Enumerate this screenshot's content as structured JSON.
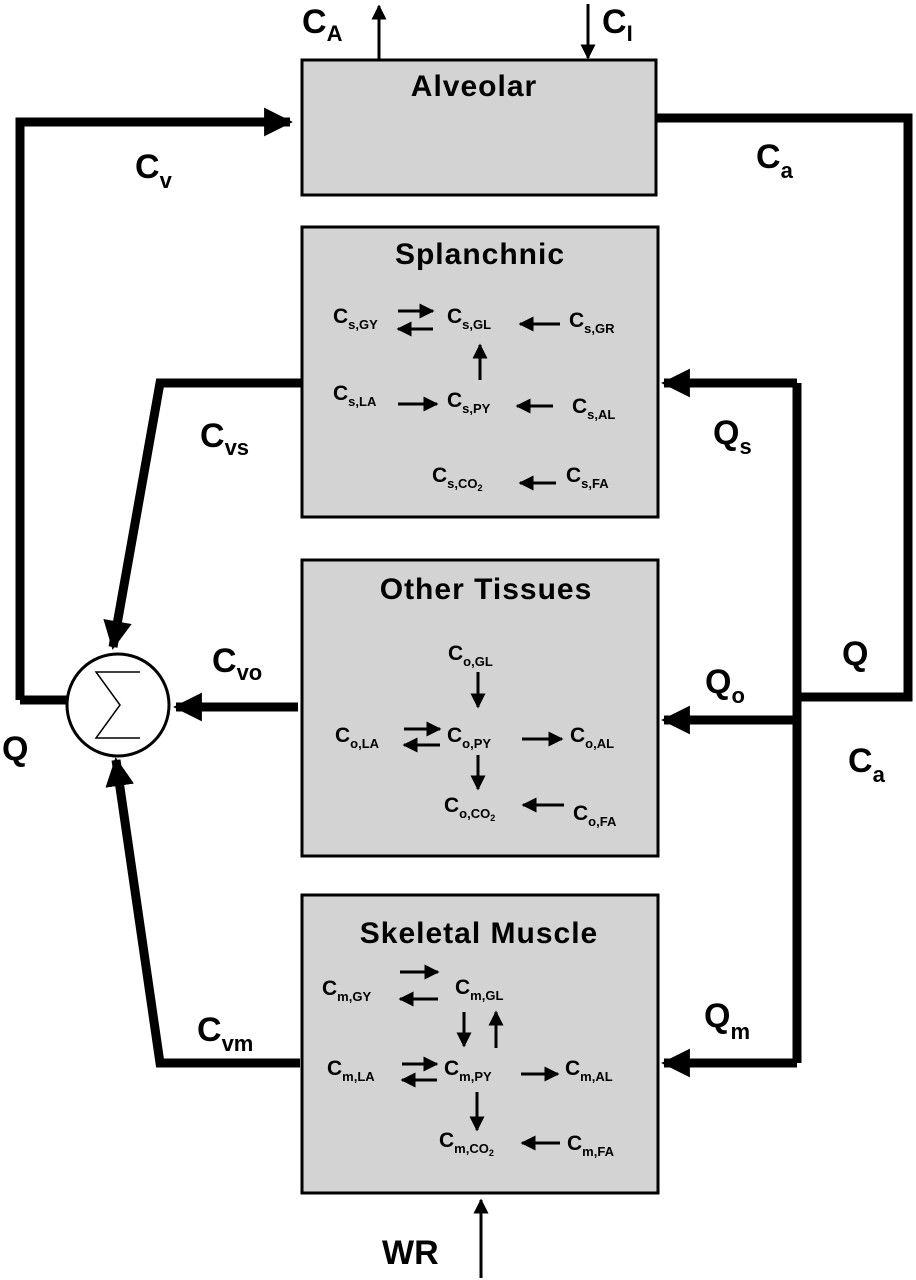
{
  "compartments": {
    "alveolar": {
      "title": "Alveolar"
    },
    "splanchnic": {
      "title": "Splanchnic",
      "species": {
        "gy": {
          "base": "C",
          "sub": "s,GY"
        },
        "gl": {
          "base": "C",
          "sub": "s,GL"
        },
        "gr": {
          "base": "C",
          "sub": "s,GR"
        },
        "la": {
          "base": "C",
          "sub": "s,LA"
        },
        "py": {
          "base": "C",
          "sub": "s,PY"
        },
        "al": {
          "base": "C",
          "sub": "s,AL"
        },
        "co2": {
          "base": "C",
          "sub": "s,CO",
          "sub2": "2"
        },
        "fa": {
          "base": "C",
          "sub": "s,FA"
        }
      }
    },
    "other": {
      "title": "Other Tissues",
      "species": {
        "gl": {
          "base": "C",
          "sub": "o,GL"
        },
        "la": {
          "base": "C",
          "sub": "o,LA"
        },
        "py": {
          "base": "C",
          "sub": "o,PY"
        },
        "al": {
          "base": "C",
          "sub": "o,AL"
        },
        "co2": {
          "base": "C",
          "sub": "o,CO",
          "sub2": "2"
        },
        "fa": {
          "base": "C",
          "sub": "o,FA"
        }
      }
    },
    "muscle": {
      "title": "Skeletal Muscle",
      "species": {
        "gy": {
          "base": "C",
          "sub": "m,GY"
        },
        "gl": {
          "base": "C",
          "sub": "m,GL"
        },
        "la": {
          "base": "C",
          "sub": "m,LA"
        },
        "py": {
          "base": "C",
          "sub": "m,PY"
        },
        "al": {
          "base": "C",
          "sub": "m,AL"
        },
        "co2": {
          "base": "C",
          "sub": "m,CO",
          "sub2": "2"
        },
        "fa": {
          "base": "C",
          "sub": "m,FA"
        }
      }
    }
  },
  "flows": {
    "cA": {
      "base": "C",
      "sub": "A"
    },
    "cI": {
      "base": "C",
      "sub": "I"
    },
    "cv": {
      "base": "C",
      "sub": "v"
    },
    "ca_top": {
      "base": "C",
      "sub": "a"
    },
    "ca_bottom": {
      "base": "C",
      "sub": "a"
    },
    "cvs": {
      "base": "C",
      "sub": "vs"
    },
    "cvo": {
      "base": "C",
      "sub": "vo"
    },
    "cvm": {
      "base": "C",
      "sub": "vm"
    },
    "qs": {
      "base": "Q",
      "sub": "s"
    },
    "qo": {
      "base": "Q",
      "sub": "o"
    },
    "qm": {
      "base": "Q",
      "sub": "m"
    },
    "q_right": "Q",
    "q_left": "Q",
    "wr": "WR"
  },
  "colors": {
    "box_fill": "#d3d3d3",
    "line": "#000000"
  },
  "icons": {
    "mixer": "summation-sigma-icon"
  }
}
